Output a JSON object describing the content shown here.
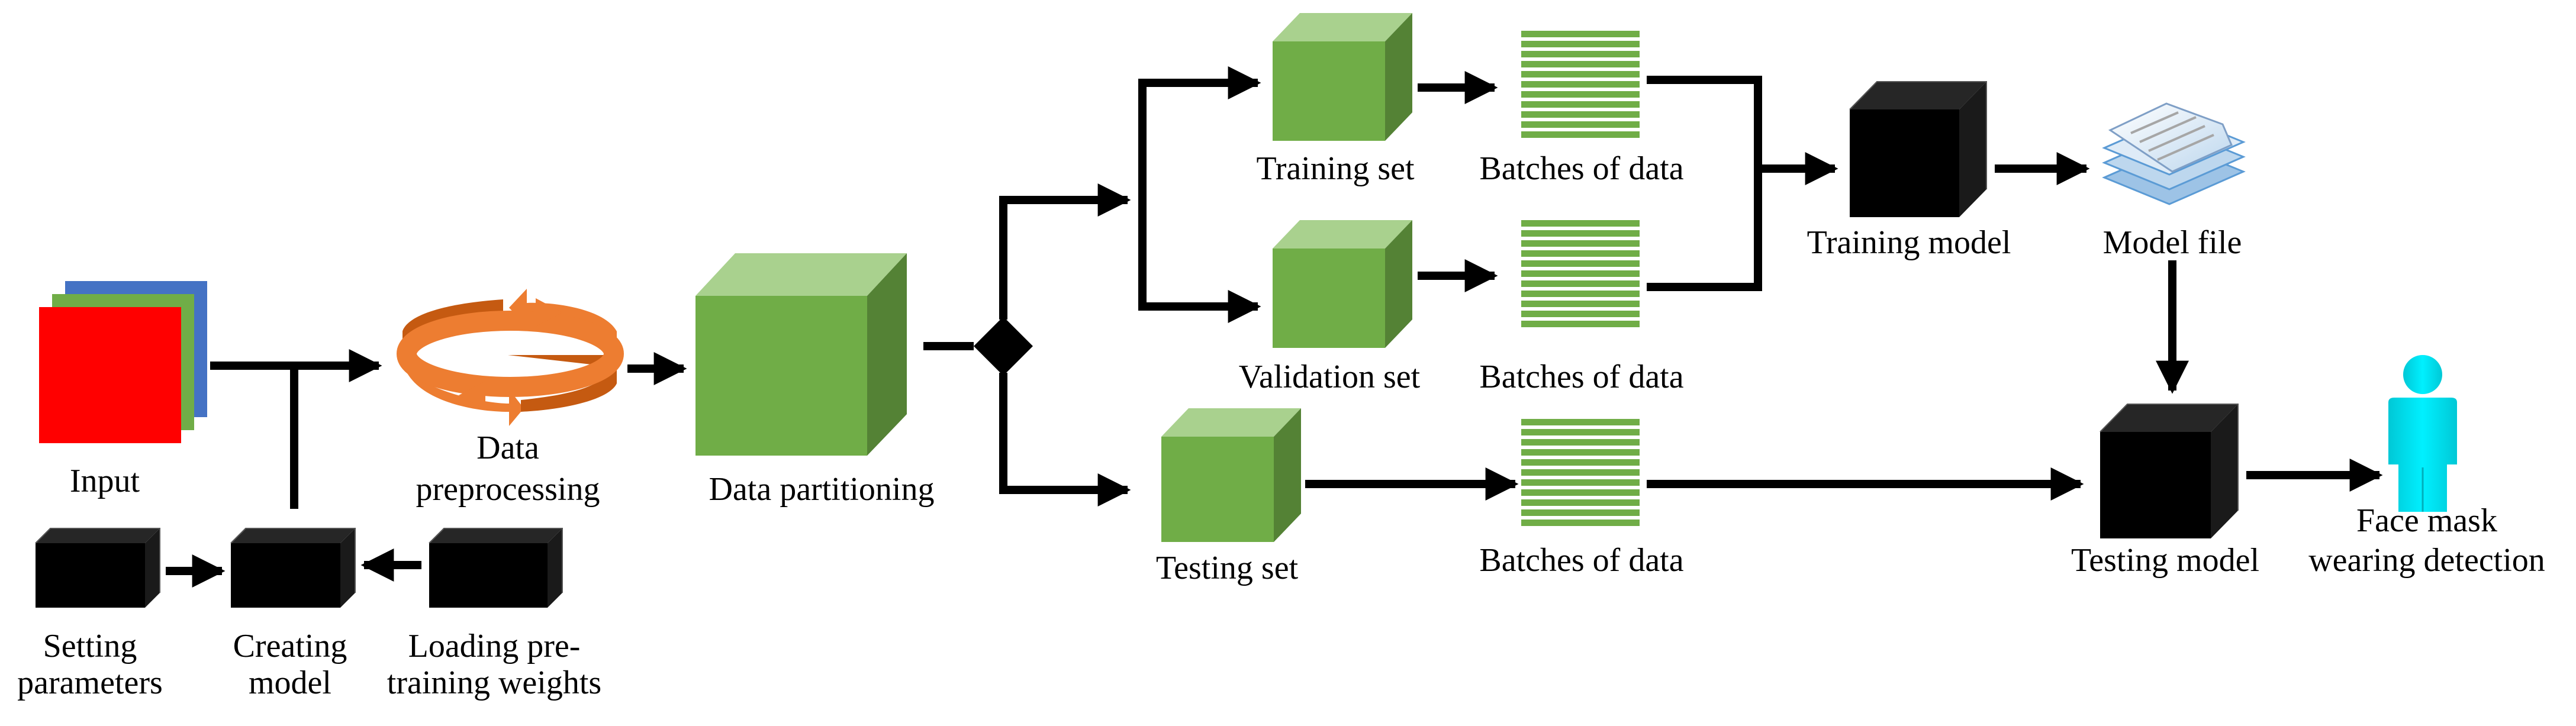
{
  "labels": {
    "input": "Input",
    "setting_1": "Setting",
    "setting_2": "parameters",
    "creating_1": "Creating",
    "creating_2": "model",
    "loading_1": "Loading pre-",
    "loading_2": "training weights",
    "preproc_1": "Data",
    "preproc_2": "preprocessing",
    "partitioning": "Data partitioning",
    "training_set": "Training set",
    "validation_set": "Validation set",
    "testing_set": "Testing set",
    "batches_train": "Batches of data",
    "batches_val": "Batches of data",
    "batches_test": "Batches of data",
    "training_model": "Training model",
    "model_file": "Model file",
    "testing_model": "Testing model",
    "face_1": "Face mask",
    "face_2": "wearing detection"
  },
  "colors": {
    "arrow": "#000000",
    "cube_front": "#70ad47",
    "cube_top": "#a9d18e",
    "cube_side": "#548235",
    "black_cube": "#000000",
    "black_cube_top": "#262626",
    "black_cube_side": "#1a1a1a",
    "batch_stripe": "#70ad47",
    "input_red": "#ff0000",
    "input_green": "#70ad47",
    "input_blue": "#4472c4",
    "cycle_orange": "#ed7d31",
    "cycle_dark": "#c55a11",
    "person": "#00e5f0",
    "doc_blue": "#9dc3e6"
  },
  "icons": {
    "input": "stacked-image-layers-icon",
    "preprocessing": "refresh-cycle-icon",
    "decision": "diamond-split-icon",
    "model_file": "stacked-document-icon",
    "detection": "person-icon"
  }
}
